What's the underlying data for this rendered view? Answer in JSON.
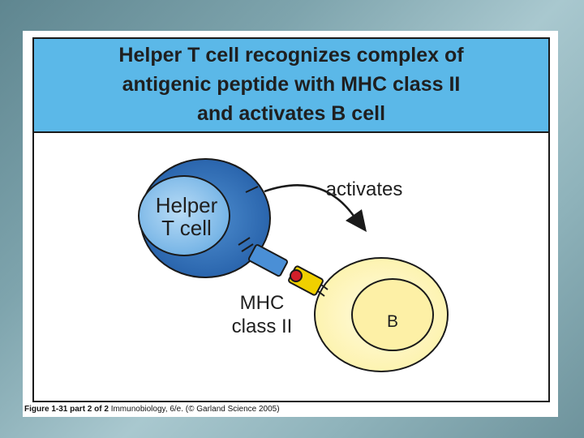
{
  "figure": {
    "title": "Helper T cell recognizes complex of\nantigenic peptide with MHC class II\nand activates B cell",
    "helper_label_line1": "Helper",
    "helper_label_line2": "T cell",
    "arrow_label": "activates",
    "mhc_label_line1": "MHC",
    "mhc_label_line2": "class II",
    "b_cell_label": "B",
    "caption_bold": "Figure 1-31 part 2 of 2",
    "caption_rest": " Immunobiology, 6/e. (© Garland Science 2005)"
  },
  "colors": {
    "title_band": "#5bb8e8",
    "helper_outer": "#2f6fb8",
    "helper_inner": "#8fc4ec",
    "b_cell_outer": "#fdf6c4",
    "b_cell_inner": "#fdf0a0",
    "tcr": "#4a8fd6",
    "mhc": "#f0d000",
    "peptide": "#d21f2a"
  }
}
